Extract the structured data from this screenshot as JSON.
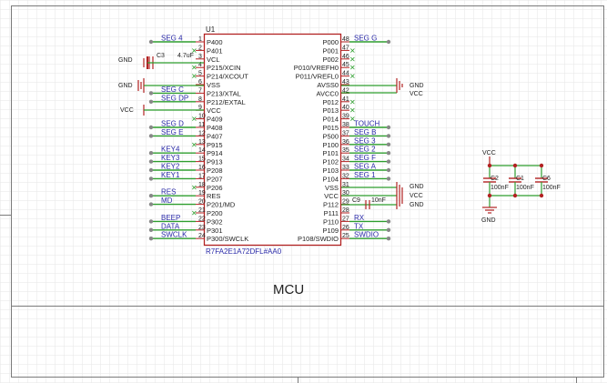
{
  "mcu": {
    "ref": "U1",
    "part": "R7FA2E1A72DFL#AA0",
    "left_pins": [
      {
        "num": "1",
        "name": "P400",
        "net": "SEG_4"
      },
      {
        "num": "2",
        "name": "P401",
        "net": ""
      },
      {
        "num": "3",
        "name": "VCL",
        "net": ""
      },
      {
        "num": "4",
        "name": "P215/XCIN",
        "net": ""
      },
      {
        "num": "5",
        "name": "P214/XCOUT",
        "net": ""
      },
      {
        "num": "6",
        "name": "VSS",
        "net": ""
      },
      {
        "num": "7",
        "name": "P213/XTAL",
        "net": "SEG_C"
      },
      {
        "num": "8",
        "name": "P212/EXTAL",
        "net": "SEG_DP"
      },
      {
        "num": "9",
        "name": "VCC",
        "net": ""
      },
      {
        "num": "10",
        "name": "P409",
        "net": ""
      },
      {
        "num": "11",
        "name": "P408",
        "net": "SEG_D"
      },
      {
        "num": "12",
        "name": "P407",
        "net": "SEG_E"
      },
      {
        "num": "13",
        "name": "P915",
        "net": ""
      },
      {
        "num": "14",
        "name": "P914",
        "net": "KEY4"
      },
      {
        "num": "15",
        "name": "P913",
        "net": "KEY3"
      },
      {
        "num": "16",
        "name": "P208",
        "net": "KEY2"
      },
      {
        "num": "17",
        "name": "P207",
        "net": "KEY1"
      },
      {
        "num": "18",
        "name": "P206",
        "net": ""
      },
      {
        "num": "19",
        "name": "RES",
        "net": "RES"
      },
      {
        "num": "20",
        "name": "P201/MD",
        "net": "MD"
      },
      {
        "num": "21",
        "name": "P200",
        "net": ""
      },
      {
        "num": "22",
        "name": "P302",
        "net": "BEEP"
      },
      {
        "num": "23",
        "name": "P301",
        "net": "DATA"
      },
      {
        "num": "24",
        "name": "P300/SWCLK",
        "net": "SWCLK"
      }
    ],
    "right_pins": [
      {
        "num": "48",
        "name": "P000",
        "net": "SEG_G"
      },
      {
        "num": "47",
        "name": "P001",
        "net": ""
      },
      {
        "num": "46",
        "name": "P002",
        "net": ""
      },
      {
        "num": "45",
        "name": "P010/VREFH0",
        "net": ""
      },
      {
        "num": "44",
        "name": "P011/VREFL0",
        "net": ""
      },
      {
        "num": "43",
        "name": "AVSS0",
        "net": ""
      },
      {
        "num": "42",
        "name": "AVCC0",
        "net": ""
      },
      {
        "num": "41",
        "name": "P012",
        "net": ""
      },
      {
        "num": "40",
        "name": "P013",
        "net": ""
      },
      {
        "num": "39",
        "name": "P014",
        "net": ""
      },
      {
        "num": "38",
        "name": "P015",
        "net": "TOUCH"
      },
      {
        "num": "37",
        "name": "P500",
        "net": "SEG_B"
      },
      {
        "num": "36",
        "name": "P100",
        "net": "SEG_3"
      },
      {
        "num": "35",
        "name": "P101",
        "net": "SEG_2"
      },
      {
        "num": "34",
        "name": "P102",
        "net": "SEG_F"
      },
      {
        "num": "33",
        "name": "P103",
        "net": "SEG_A"
      },
      {
        "num": "32",
        "name": "P104",
        "net": "SEG_1"
      },
      {
        "num": "31",
        "name": "VSS",
        "net": ""
      },
      {
        "num": "30",
        "name": "VCC",
        "net": ""
      },
      {
        "num": "29",
        "name": "P112",
        "net": ""
      },
      {
        "num": "28",
        "name": "P111",
        "net": ""
      },
      {
        "num": "27",
        "name": "P110",
        "net": "RX"
      },
      {
        "num": "26",
        "name": "P109",
        "net": "TX"
      },
      {
        "num": "25",
        "name": "P108/SWDIO",
        "net": "SWDIO"
      }
    ]
  },
  "power": {
    "gnd": "GND",
    "vcc": "VCC"
  },
  "c3": {
    "ref": "C3",
    "value": "4.7uF"
  },
  "c9": {
    "ref": "C9",
    "value": "10nF"
  },
  "decoupling": [
    {
      "ref": "C2",
      "value": "100nF"
    },
    {
      "ref": "C1",
      "value": "100nF"
    },
    {
      "ref": "C6",
      "value": "100nF"
    }
  ],
  "sheet_title": "MCU",
  "colors": {
    "wire": "#2e9e2e",
    "body": "#b22222",
    "net_label": "#2a2aa8",
    "power": "#8b0000",
    "grid": "#e6e6e6",
    "frame": "#7a7a7a"
  }
}
